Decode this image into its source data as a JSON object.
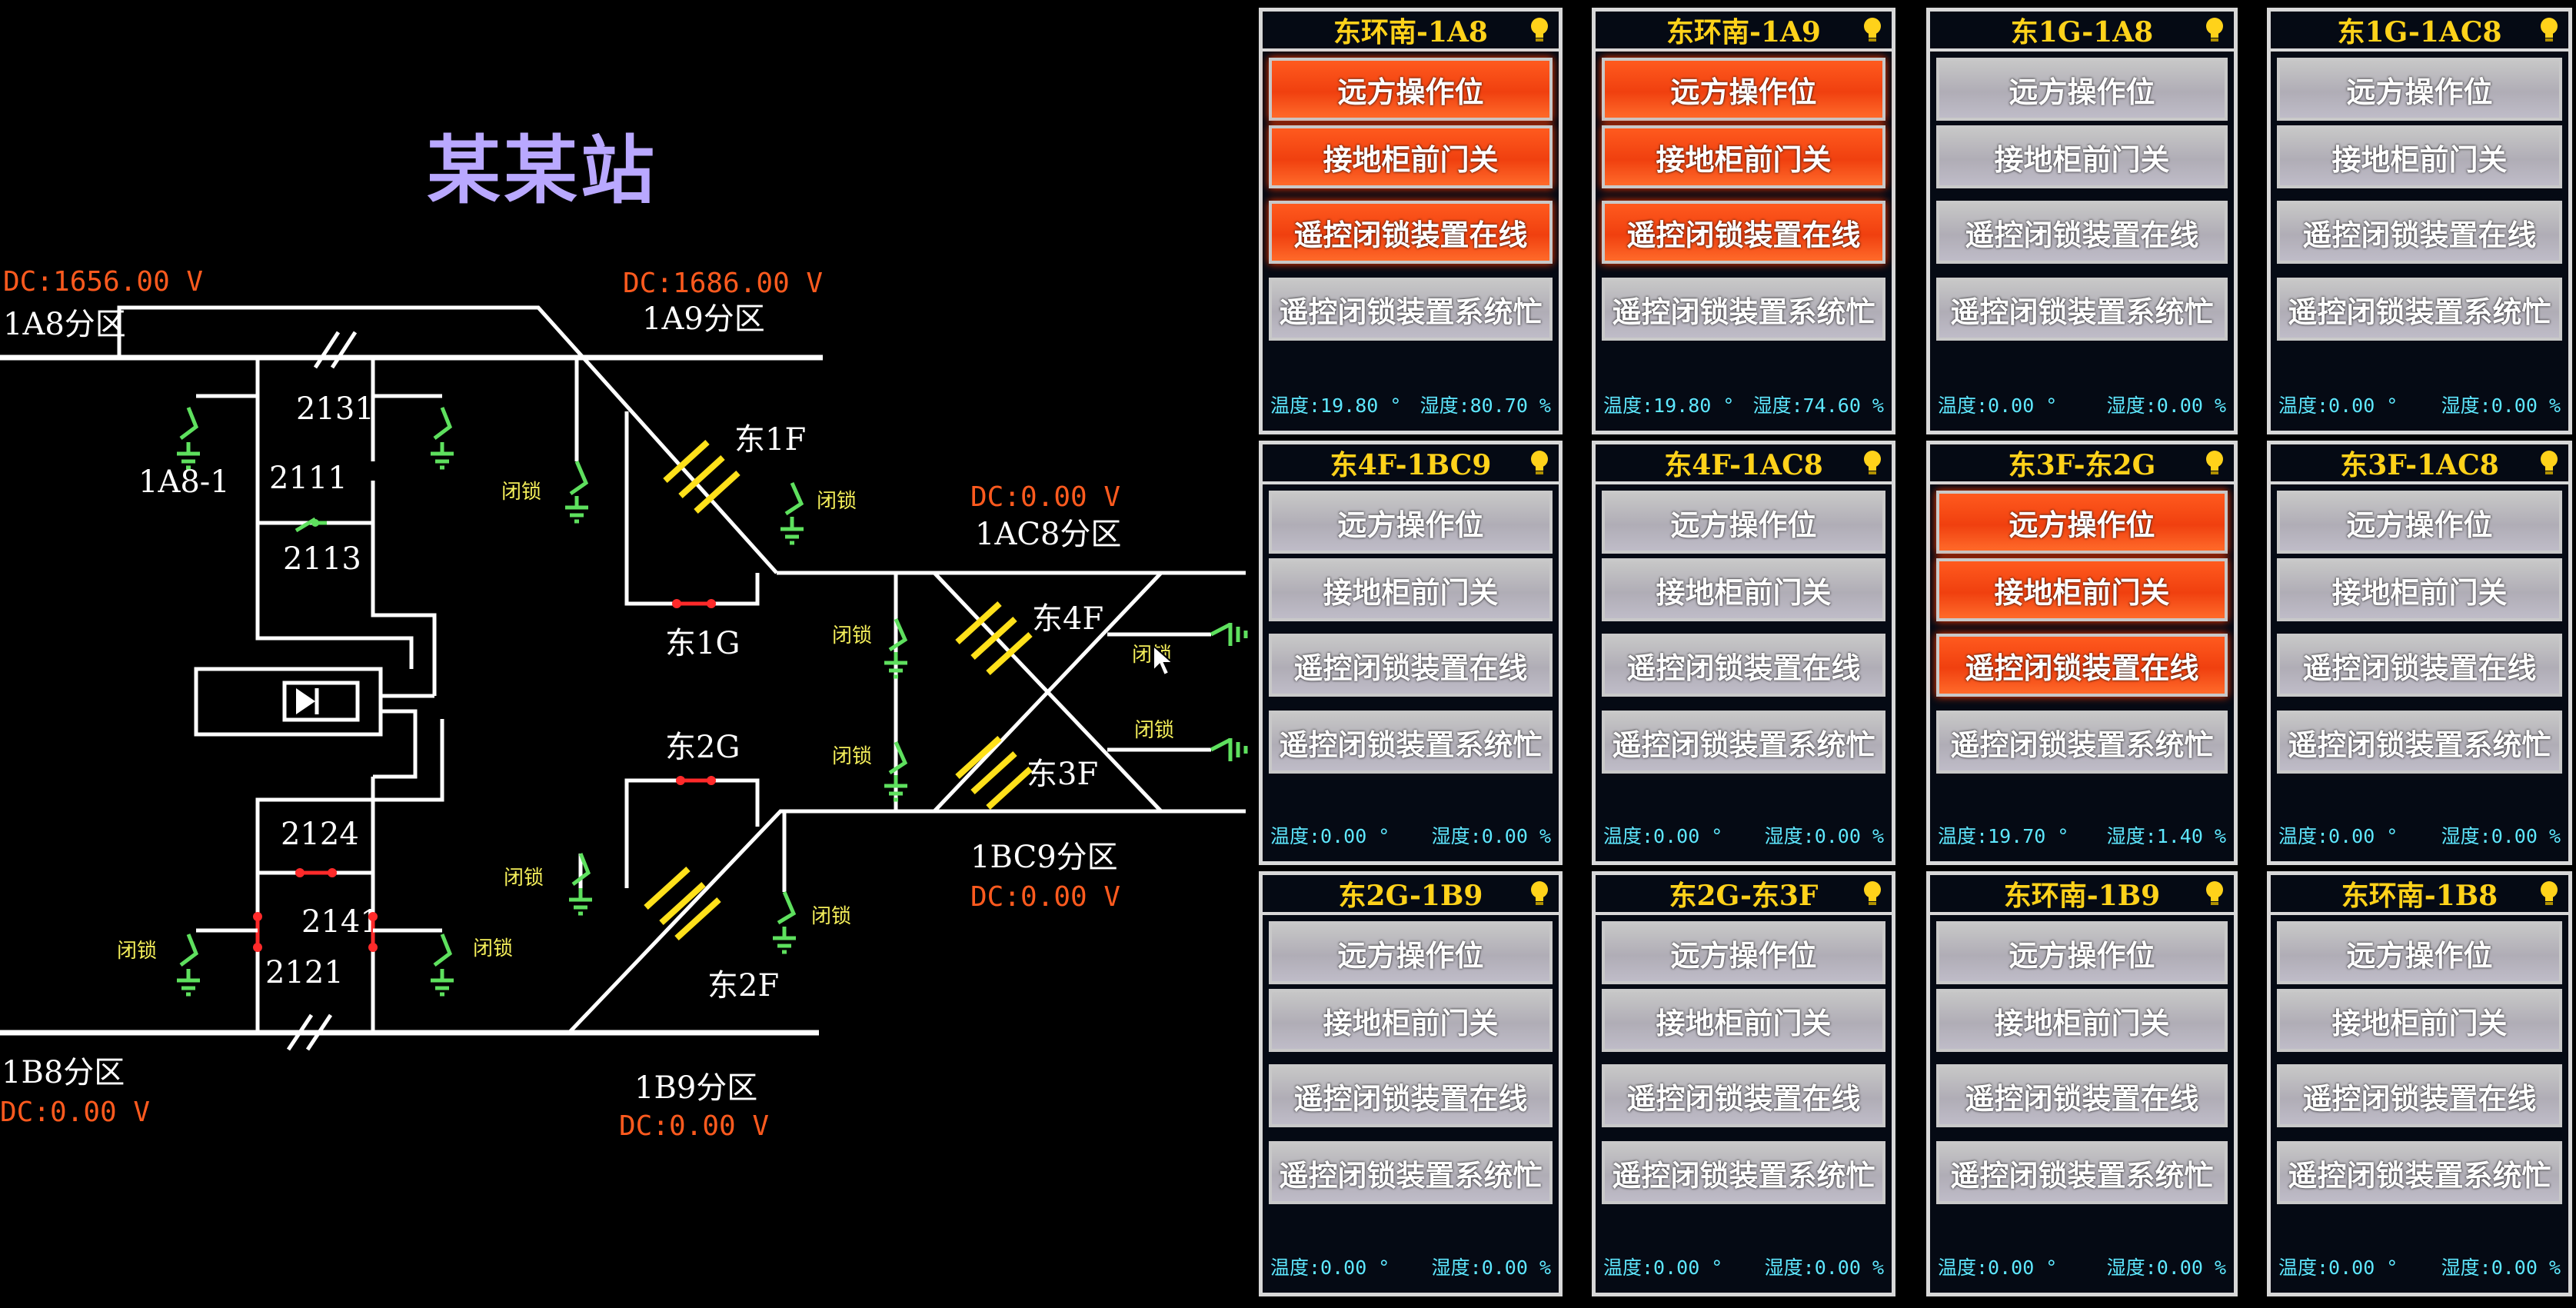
{
  "station": {
    "title": "某某站"
  },
  "diagram": {
    "volt_1a8": "DC:1656.00 V",
    "label_1a8": "1A8分区",
    "volt_1a9": "DC:1686.00 V",
    "label_1a9": "1A9分区",
    "volt_1ac8": "DC:0.00 V",
    "label_1ac8": "1AC8分区",
    "label_1bc9": "1BC9分区",
    "volt_1bc9": "DC:0.00 V",
    "label_1b8": "1B8分区",
    "volt_1b8": "DC:0.00 V",
    "label_1b9": "1B9分区",
    "volt_1b9": "DC:0.00 V",
    "sw_2131": "2131",
    "sw_1a8_1": "1A8-1",
    "sw_2111": "2111",
    "sw_2113": "2113",
    "sw_2124": "2124",
    "sw_2141": "2141",
    "sw_2121": "2121",
    "dong_1f": "东1F",
    "dong_1g": "东1G",
    "dong_4f": "东4F",
    "dong_3f": "东3F",
    "dong_2g": "东2G",
    "dong_2f": "东2F",
    "lock": "闭锁"
  },
  "panels": [
    {
      "title": "东环南-1A8",
      "states": [
        true,
        true,
        true,
        false
      ],
      "temp": "温度:19.80 °",
      "hum": "湿度:80.70 %"
    },
    {
      "title": "东环南-1A9",
      "states": [
        true,
        true,
        true,
        false
      ],
      "temp": "温度:19.80 °",
      "hum": "湿度:74.60 %"
    },
    {
      "title": "东1G-1A8",
      "states": [
        false,
        false,
        false,
        false
      ],
      "temp": "温度:0.00 °",
      "hum": "湿度:0.00 %"
    },
    {
      "title": "东1G-1AC8",
      "states": [
        false,
        false,
        false,
        false
      ],
      "temp": "温度:0.00 °",
      "hum": "湿度:0.00 %"
    },
    {
      "title": "东4F-1BC9",
      "states": [
        false,
        false,
        false,
        false
      ],
      "temp": "温度:0.00 °",
      "hum": "湿度:0.00 %"
    },
    {
      "title": "东4F-1AC8",
      "states": [
        false,
        false,
        false,
        false
      ],
      "temp": "温度:0.00 °",
      "hum": "湿度:0.00 %"
    },
    {
      "title": "东3F-东2G",
      "states": [
        true,
        true,
        true,
        false
      ],
      "temp": "温度:19.70 °",
      "hum": "湿度:1.40 %"
    },
    {
      "title": "东3F-1AC8",
      "states": [
        false,
        false,
        false,
        false
      ],
      "temp": "温度:0.00 °",
      "hum": "湿度:0.00 %"
    },
    {
      "title": "东2G-1B9",
      "states": [
        false,
        false,
        false,
        false
      ],
      "temp": "温度:0.00 °",
      "hum": "湿度:0.00 %"
    },
    {
      "title": "东2G-东3F",
      "states": [
        false,
        false,
        false,
        false
      ],
      "temp": "温度:0.00 °",
      "hum": "湿度:0.00 %"
    },
    {
      "title": "东环南-1B9",
      "states": [
        false,
        false,
        false,
        false
      ],
      "temp": "温度:0.00 °",
      "hum": "湿度:0.00 %"
    },
    {
      "title": "东环南-1B8",
      "states": [
        false,
        false,
        false,
        false
      ],
      "temp": "温度:0.00 °",
      "hum": "湿度:0.00 %"
    }
  ],
  "status_labels": [
    "远方操作位",
    "接地柜前门关",
    "遥控闭锁装置在线",
    "遥控闭锁装置系统忙"
  ],
  "colors": {
    "active": "#f0400f",
    "inactive": "#c0bec6",
    "title": "#ffd21a",
    "readout": "#5ee8ff",
    "voltage": "#ff5a1e",
    "lock": "#f5ef5a",
    "earth": "#5ee05e"
  },
  "icons": {
    "bulb": "bulb-icon",
    "earth": "earth-switch-icon",
    "capacitor": "capacitor-icon",
    "breaker": "breaker-icon",
    "rectifier": "rectifier-icon"
  }
}
